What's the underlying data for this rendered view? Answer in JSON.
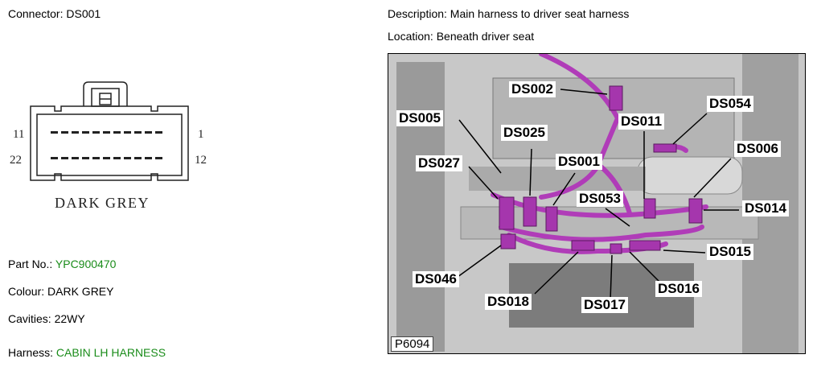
{
  "connector": {
    "title": "Connector: DS001",
    "pin_left_top": "11",
    "pin_left_bottom": "22",
    "pin_right_top": "1",
    "pin_right_bottom": "12",
    "color_label": "DARK GREY"
  },
  "description": "Description: Main harness to driver seat harness",
  "location": "Location: Beneath driver seat",
  "details": {
    "part_label": "Part No.:",
    "part_value": "YPC900470",
    "colour": "Colour: DARK GREY",
    "cavities": "Cavities: 22WY",
    "harness_label": "Harness:",
    "harness_value": "CABIN LH HARNESS"
  },
  "photo": {
    "reference": "P6094",
    "callouts": [
      "DS002",
      "DS005",
      "DS025",
      "DS011",
      "DS054",
      "DS006",
      "DS027",
      "DS001",
      "DS053",
      "DS014",
      "DS015",
      "DS046",
      "DS018",
      "DS017",
      "DS016"
    ]
  },
  "colors": {
    "harness": "#b03cb8",
    "highlight": "#1a8c1a"
  }
}
